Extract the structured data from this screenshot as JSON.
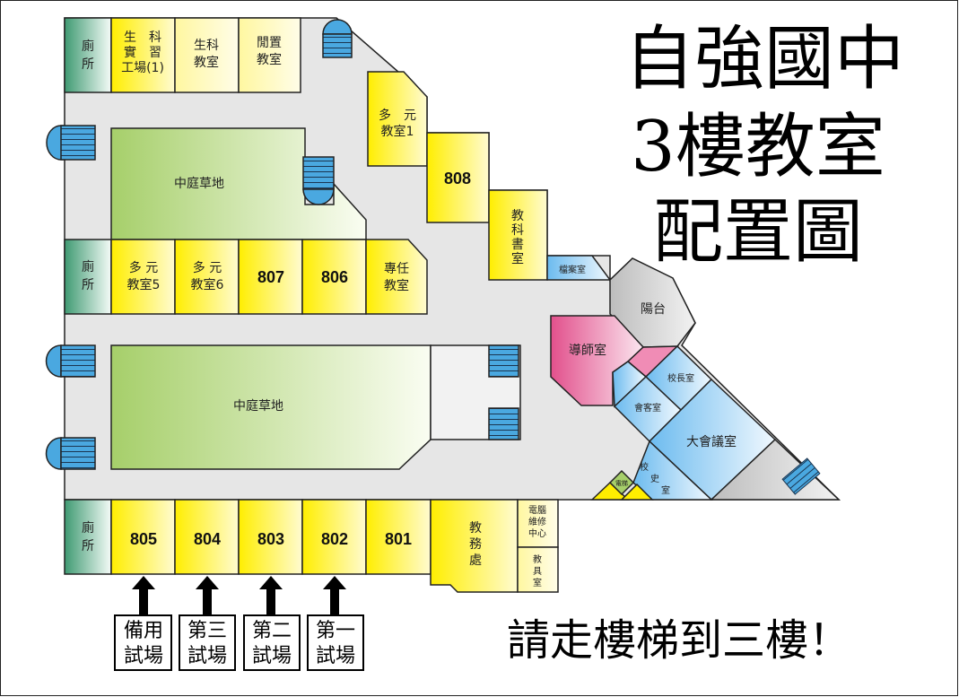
{
  "title": {
    "line1": "自強國中",
    "line2": "3樓教室",
    "line3": "配置圖"
  },
  "notice": "請走樓梯到三樓！",
  "colors": {
    "corridor": "#e6e6e6",
    "classroom": "#ffee00",
    "courtyard": "#a8d070",
    "office": "#7fc4ef",
    "counselor": "#e2508c",
    "restroom": "#3f9a72",
    "stairs": "#4aa8e0"
  },
  "rooms": {
    "restroom": [
      "廁",
      "所"
    ],
    "biotech_workshop": [
      "生　科",
      "實　習",
      "工場(1)"
    ],
    "biotech_class": [
      "生科",
      "教室"
    ],
    "idle_class": [
      "閒置",
      "教室"
    ],
    "multi1": [
      "多　元",
      "教室1"
    ],
    "r808": "808",
    "textbook": [
      "教",
      "科",
      "書",
      "室"
    ],
    "archive": "檔案室",
    "courtyard": "中庭草地",
    "multi5": [
      "多 元",
      "教室5"
    ],
    "multi6": [
      "多 元",
      "教室6"
    ],
    "r807": "807",
    "r806": "806",
    "fulltime": [
      "專任",
      "教室"
    ],
    "balcony": "陽台",
    "counselor": "導師室",
    "principal": "校長室",
    "reception": "會客室",
    "conference": "大會議室",
    "history": [
      "校",
      "史",
      "室"
    ],
    "elevator": "電梯",
    "r805": "805",
    "r804": "804",
    "r803": "803",
    "r802": "802",
    "r801": "801",
    "academic": [
      "教",
      "務",
      "處"
    ],
    "computer_repair": [
      "電腦",
      "維修",
      "中心"
    ],
    "teaching_aids": [
      "教",
      "具",
      "室"
    ]
  },
  "exam_rooms": [
    {
      "line1": "備用",
      "line2": "試場"
    },
    {
      "line1": "第三",
      "line2": "試場"
    },
    {
      "line1": "第二",
      "line2": "試場"
    },
    {
      "line1": "第一",
      "line2": "試場"
    }
  ]
}
